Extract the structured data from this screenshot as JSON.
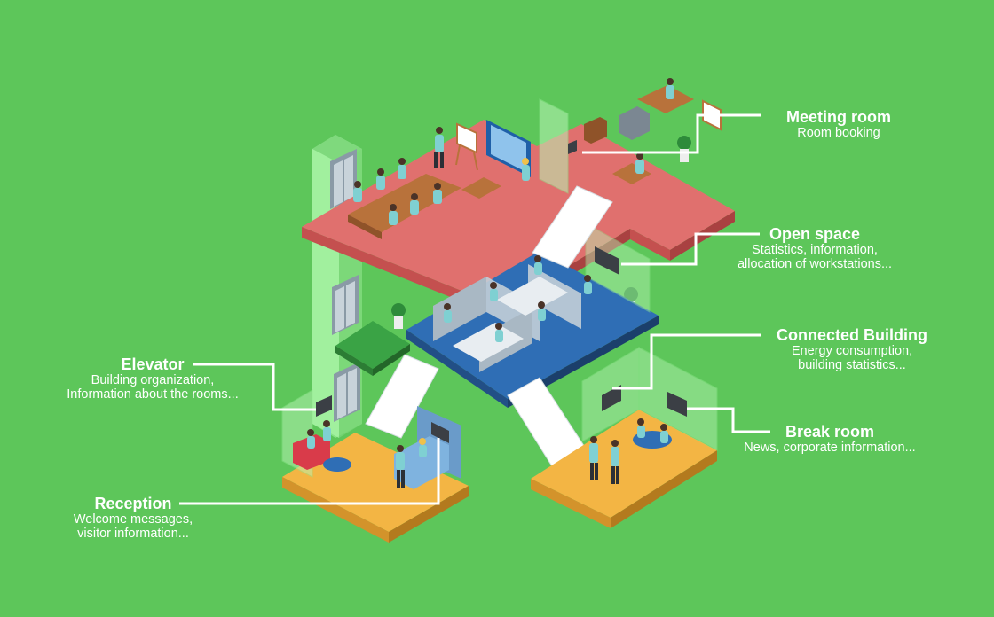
{
  "colors": {
    "background": "#5dc65a",
    "meeting_floor": "#e0706e",
    "open_floor": "#2f6eb5",
    "ground_floor": "#f3b544",
    "glass": "#9df09b",
    "connector_line": "#ffffff"
  },
  "callouts": {
    "meeting": {
      "title": "Meeting room",
      "lines": [
        "Room booking"
      ]
    },
    "open": {
      "title": "Open space",
      "lines": [
        "Statistics, information,",
        "allocation of workstations..."
      ]
    },
    "connected": {
      "title": "Connected Building",
      "lines": [
        "Energy consumption,",
        "building statistics..."
      ]
    },
    "break": {
      "title": "Break room",
      "lines": [
        "News, corporate information..."
      ]
    },
    "elevator": {
      "title": "Elevator",
      "lines": [
        "Building organization,",
        "Information about the rooms..."
      ]
    },
    "reception": {
      "title": "Reception",
      "lines": [
        "Welcome messages,",
        "visitor information..."
      ]
    }
  },
  "icons": [
    "screen-icon",
    "plant-icon",
    "person-icon",
    "desk-icon",
    "stairs-icon",
    "elevator-icon",
    "whiteboard-icon"
  ]
}
